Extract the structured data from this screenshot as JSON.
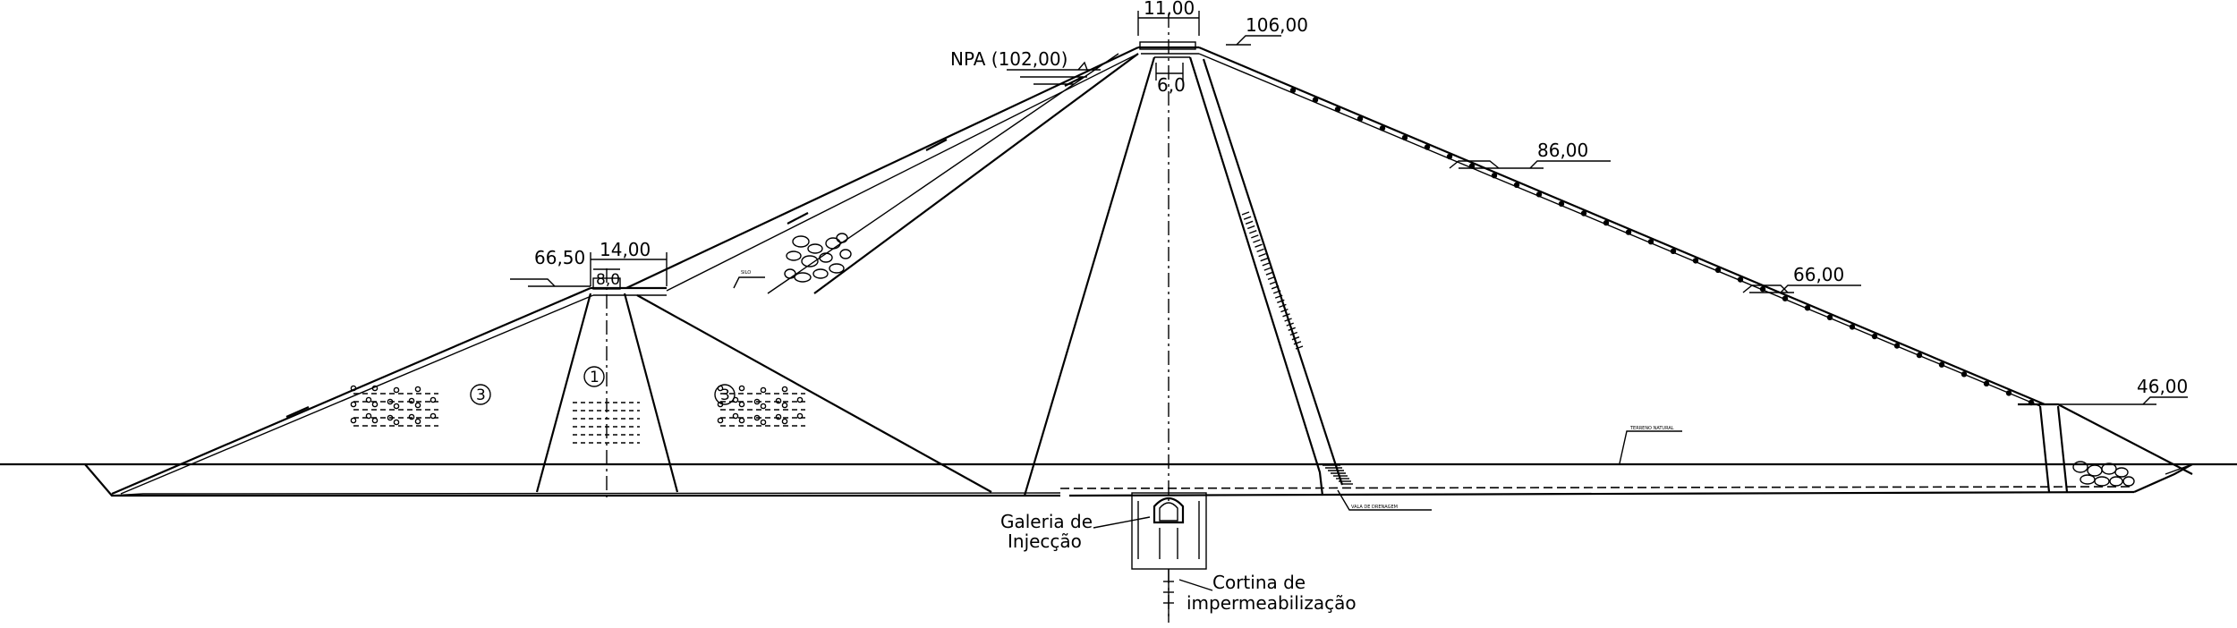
{
  "labels": {
    "crest_width": "11,00",
    "crest_level": "106,00",
    "npa": "NPA (102,00)",
    "core_top_width": "6,0",
    "berm_86": "86,00",
    "berm_66": "66,00",
    "berm_46": "46,00",
    "cofferdam_level": "66,50",
    "cofferdam_width": "14,00",
    "cofferdam_core_width": "8,0",
    "zone_1": "1",
    "zone_3a": "3",
    "zone_3b": "3",
    "gallery_line1": "Galeria de",
    "gallery_line2": "Injecção",
    "curtain_line1": "Cortina de",
    "curtain_line2": "impermeabilização",
    "small_upstream": "SILO",
    "small_terrain": "TERRENO NATURAL",
    "small_drain": "VALA DE DRENAGEM"
  },
  "colors": {
    "ink": "#000000",
    "paper": "#ffffff"
  },
  "icons": [
    "water-level-icon",
    "elevation-marker-icon",
    "zone-marker-icon",
    "rockfill-icon",
    "centerline-icon"
  ]
}
